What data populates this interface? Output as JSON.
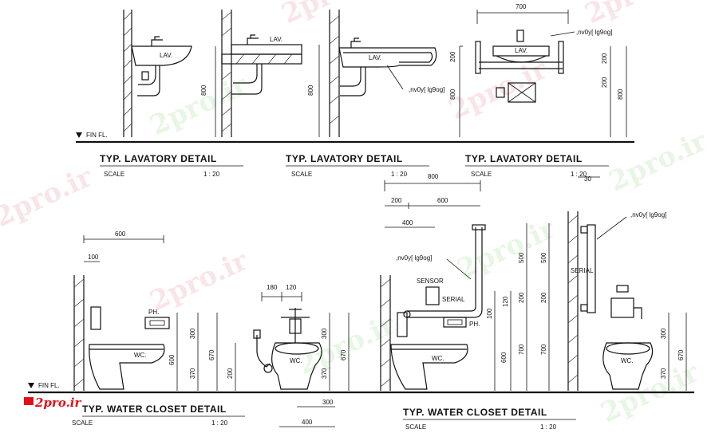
{
  "watermark": "2pro.ir",
  "logo_text": "2pro.ir",
  "labels": {
    "fin_fl": "FIN FL.",
    "lav": "LAV.",
    "wc": "WC.",
    "ph": "PH.",
    "sensor": "SENSOR",
    "serial": "SERIAL",
    "grab_bar": ",nv0y[ lg9og]"
  },
  "titles": {
    "lav1": "TYP. LAVATORY DETAIL",
    "lav2": "TYP. LAVATORY DETAIL",
    "lav3": "TYP. LAVATORY DETAIL",
    "wc1": "TYP. WATER CLOSET DETAIL",
    "wc2": "TYP. WATER CLOSET DETAIL"
  },
  "scale_label": "SCALE",
  "scale_value": "1  :  20",
  "dims": {
    "d800": "800",
    "d200": "200",
    "d700": "700",
    "d600": "600",
    "d100": "100",
    "d180": "180",
    "d120": "120",
    "d300": "300",
    "d370": "370",
    "d670": "670",
    "d400": "400",
    "d500": "500",
    "d30": "30",
    "d120v": "120",
    "d100v": "100"
  }
}
